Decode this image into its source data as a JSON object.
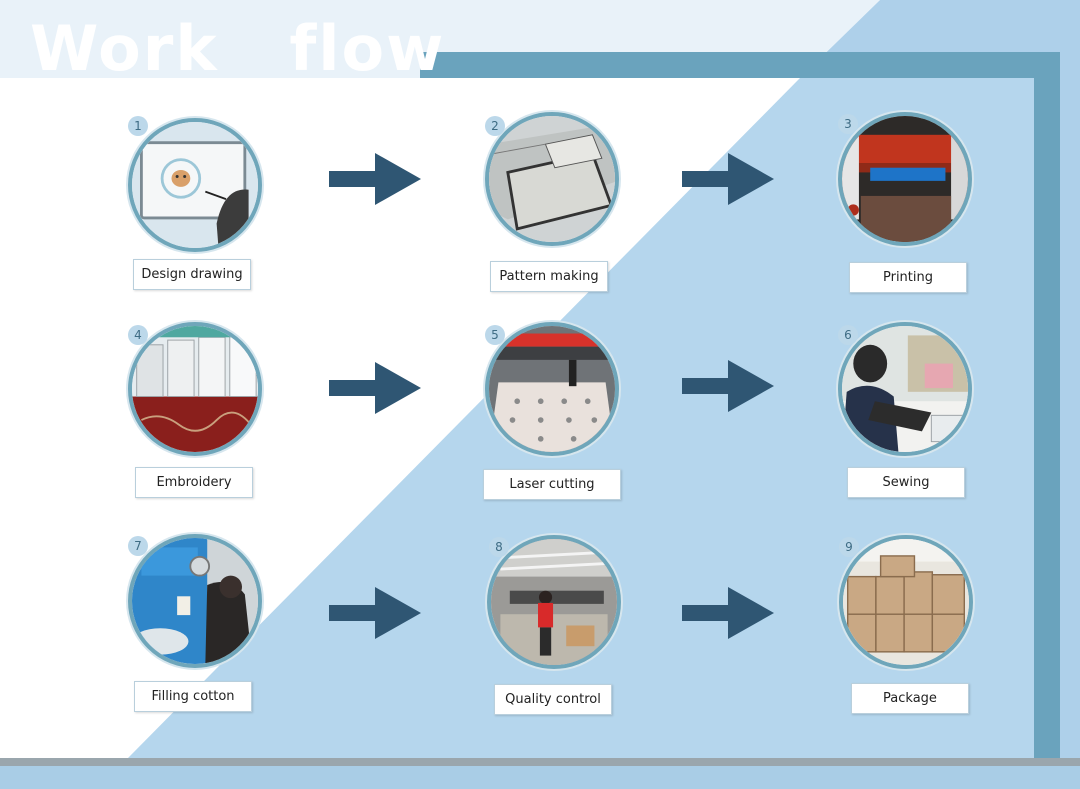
{
  "title": "Work   flow",
  "colors": {
    "arrow": "#2f5673",
    "ring": "#6fa6ba",
    "bg_blue": "#aed0ea",
    "frame": "#6aa3bd"
  },
  "steps": [
    {
      "number": "1",
      "label": "Design  drawing",
      "icon": "design-drawing-icon"
    },
    {
      "number": "2",
      "label": "Pattern  making",
      "icon": "pattern-making-icon"
    },
    {
      "number": "3",
      "label": "Printing",
      "icon": "printing-icon"
    },
    {
      "number": "4",
      "label": "Embroidery",
      "icon": "embroidery-icon"
    },
    {
      "number": "5",
      "label": "Laser cutting",
      "icon": "laser-cutting-icon"
    },
    {
      "number": "6",
      "label": "Sewing",
      "icon": "sewing-icon"
    },
    {
      "number": "7",
      "label": "Filling cotton",
      "icon": "filling-cotton-icon"
    },
    {
      "number": "8",
      "label": "Quality control",
      "icon": "quality-control-icon"
    },
    {
      "number": "9",
      "label": "Package",
      "icon": "package-icon"
    }
  ]
}
